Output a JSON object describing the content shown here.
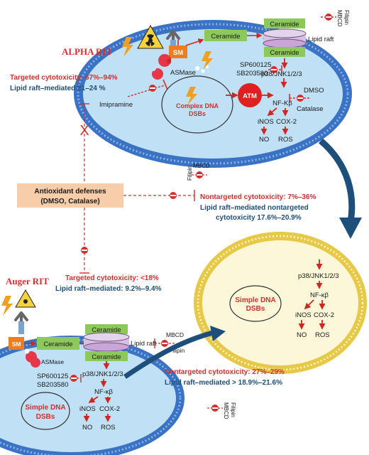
{
  "colors": {
    "membrane_blue": "#3a72c4",
    "cell_inner_blue": "#bfe0f5",
    "neighbor_cell_yellow": "#fdf7d9",
    "neighbor_membrane": "#e7c94a",
    "ceramide_green": "#8dc85a",
    "sm_orange": "#ee7d22",
    "asmase_red": "#e4374a",
    "atm_red": "#e02020",
    "inhibitor_red": "#d32f2f",
    "arrow_red": "#d0261f",
    "antioxidant_box": "#f8cda9",
    "targeted_red": "#d32f2f",
    "raft_blue": "#1f4e79",
    "big_arrow_blue": "#1e4f7a"
  },
  "icons": [
    "radiation-trefoil-icon",
    "lightning-bolt-icon",
    "antibody-icon",
    "inhibition-symbol-icon"
  ],
  "alpha": {
    "title": "ALPHA RIT",
    "sm": "SM",
    "ceramide": "Ceramide",
    "raft_ceramide_top": "Ceramide",
    "raft_ceramide_bottom": "Ceramide",
    "lipid_raft": "Lipid raft",
    "asmase": "ASMase",
    "imipramine": "Imipramine",
    "sp600125": "SP600125",
    "sb203580": "SB203580",
    "p38": "p38/JNK1/2/3",
    "dmso": "DMSO",
    "catalase": "Catalase",
    "atm": "ATM",
    "nfkb": "NF-Kβ",
    "inos": "iNOS",
    "cox2": "COX-2",
    "no": "NO",
    "ros": "ROS",
    "dsb_line1": "Complex DNA",
    "dsb_line2": "DSBs",
    "mbcd": "MBCD",
    "filipin": "Filipin",
    "targeted": "Targeted cytotoxicity: 67%–94%",
    "raft_mediated": "Lipid raft–mediated  21–24 %"
  },
  "antioxidant": {
    "line1": "Antioxidant defenses",
    "line2": "(DMSO, Catalase)",
    "blocked_mark": "X",
    "mbcd": "MBCD",
    "filipin": "Filipin"
  },
  "nontargeted_alpha": {
    "line1": "Nontargeted cytotoxicity: 7%–36%",
    "line2": "Lipid raft–mediated nontargeted",
    "line3": "cytotoxicity  17.6%–20.9%"
  },
  "auger": {
    "title": "Auger RIT",
    "targeted": "Targeted cytotoxicity: <18%",
    "raft_mediated": "Lipid raft–mediated: 9.2%–9.4%",
    "sm": "SM",
    "ceramide_left": "Ceramide",
    "raft_ceramide_top": "Ceramide",
    "raft_ceramide_bottom": "Ceramide",
    "lipid_raft": "Lipid raft",
    "mbcd": "MBCD",
    "filipin": "Filipin",
    "asmase": "ASMase",
    "sp600125": "SP600125",
    "sb203580": "SB203580",
    "p38": "p38/JNK1/2/3",
    "nfkb": "NF-κβ",
    "inos": "iNOS",
    "cox2": "COX-2",
    "no": "NO",
    "ros": "ROS",
    "dsb_line1": "Simple DNA",
    "dsb_line2": "DSBs"
  },
  "nontargeted_auger": {
    "line1": "Nontargeted cytotoxicity: 27%–29%",
    "line2": "Lipid raft–mediated > 18.9%–21.6%",
    "mbcd": "MBCD",
    "filipin": "Filipin"
  },
  "neighbor": {
    "p38": "p38/JNK1/2/3",
    "nfkb": "NF-κβ",
    "inos": "iNOS",
    "cox2": "COX-2",
    "no": "NO",
    "ros": "ROS",
    "dsb_line1": "Simple DNA",
    "dsb_line2": "DSBs"
  }
}
